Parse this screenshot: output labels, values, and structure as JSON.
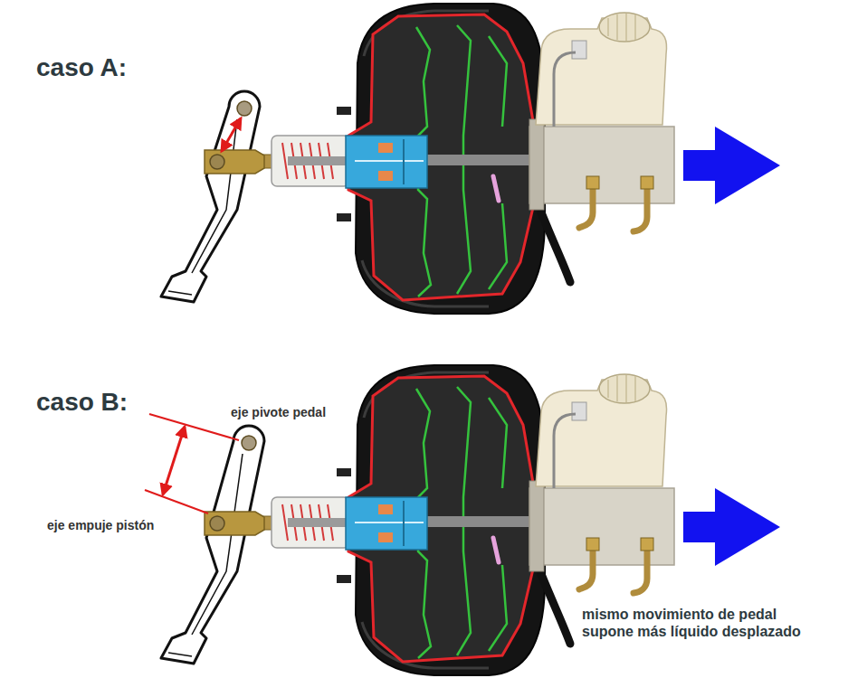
{
  "diagram": {
    "labels": [
      "caso A:",
      "caso B:",
      "eje pivote pedal",
      "eje empuje pistón",
      "mismo movimiento de pedal supone más líquido desplazado"
    ]
  }
}
